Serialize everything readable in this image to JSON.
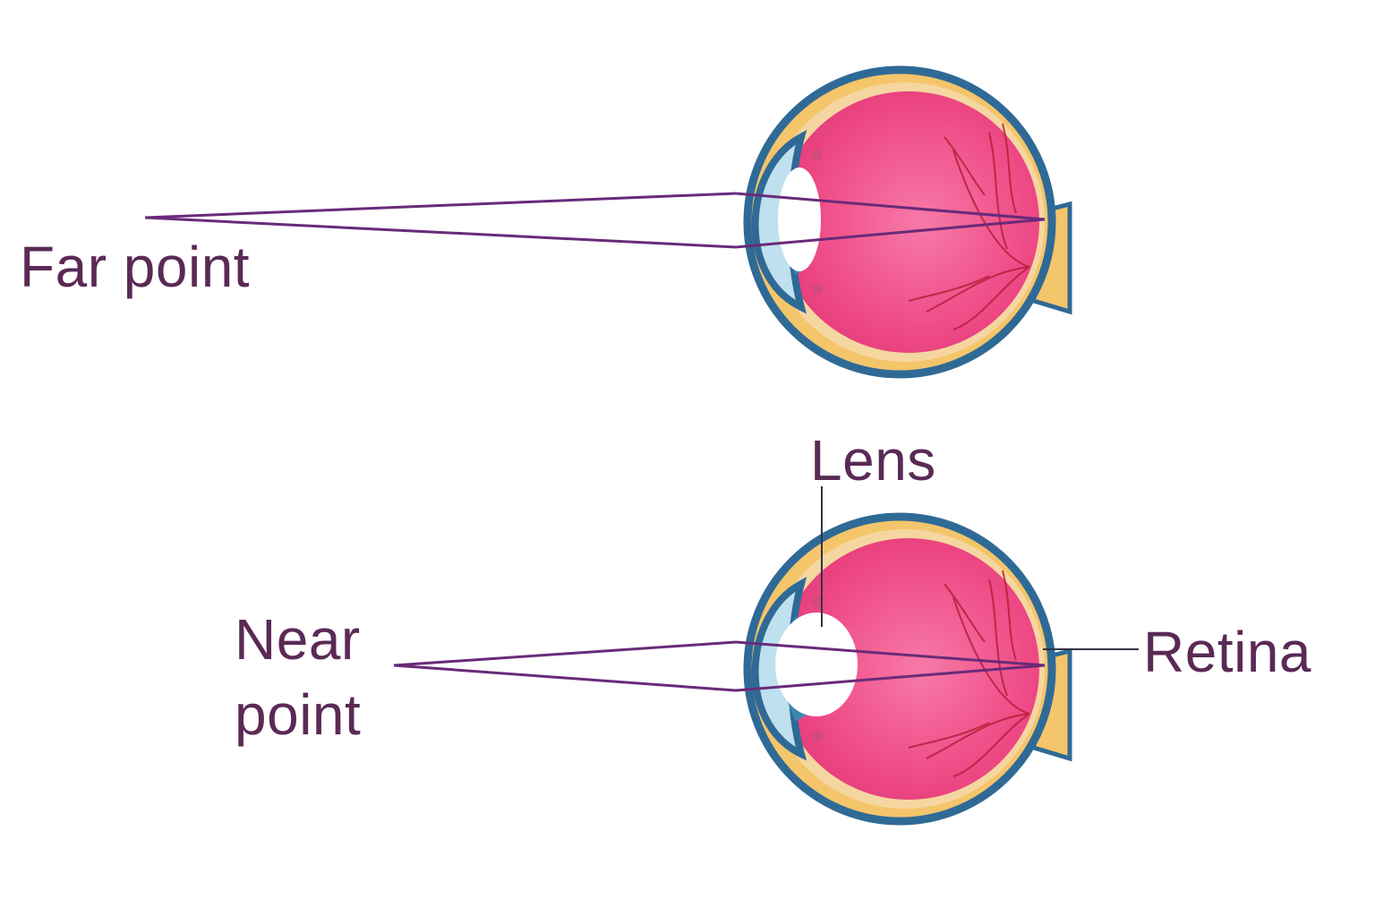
{
  "labels": {
    "far_point": "Far point",
    "lens": "Lens",
    "near_point_line1": "Near",
    "near_point_line2": "point",
    "retina": "Retina"
  },
  "colors": {
    "label_text": "#5a2a55",
    "ray": "#6a2a7a",
    "leader_line": "#333344",
    "sclera_outline": "#2f6a96",
    "choroid_yellow": "#f4c56a",
    "vitreous_pink": "#ee4a86",
    "lens_white": "#ffffff",
    "cornea_blue": "#a9d6ea",
    "iris_blue": "#3e86b0",
    "blood_vessel": "#b5203a",
    "optic_nerve": "#f4c56a"
  },
  "icons": {
    "top_eye": "eyeball-cross-section-icon",
    "bottom_eye": "eyeball-cross-section-icon"
  }
}
